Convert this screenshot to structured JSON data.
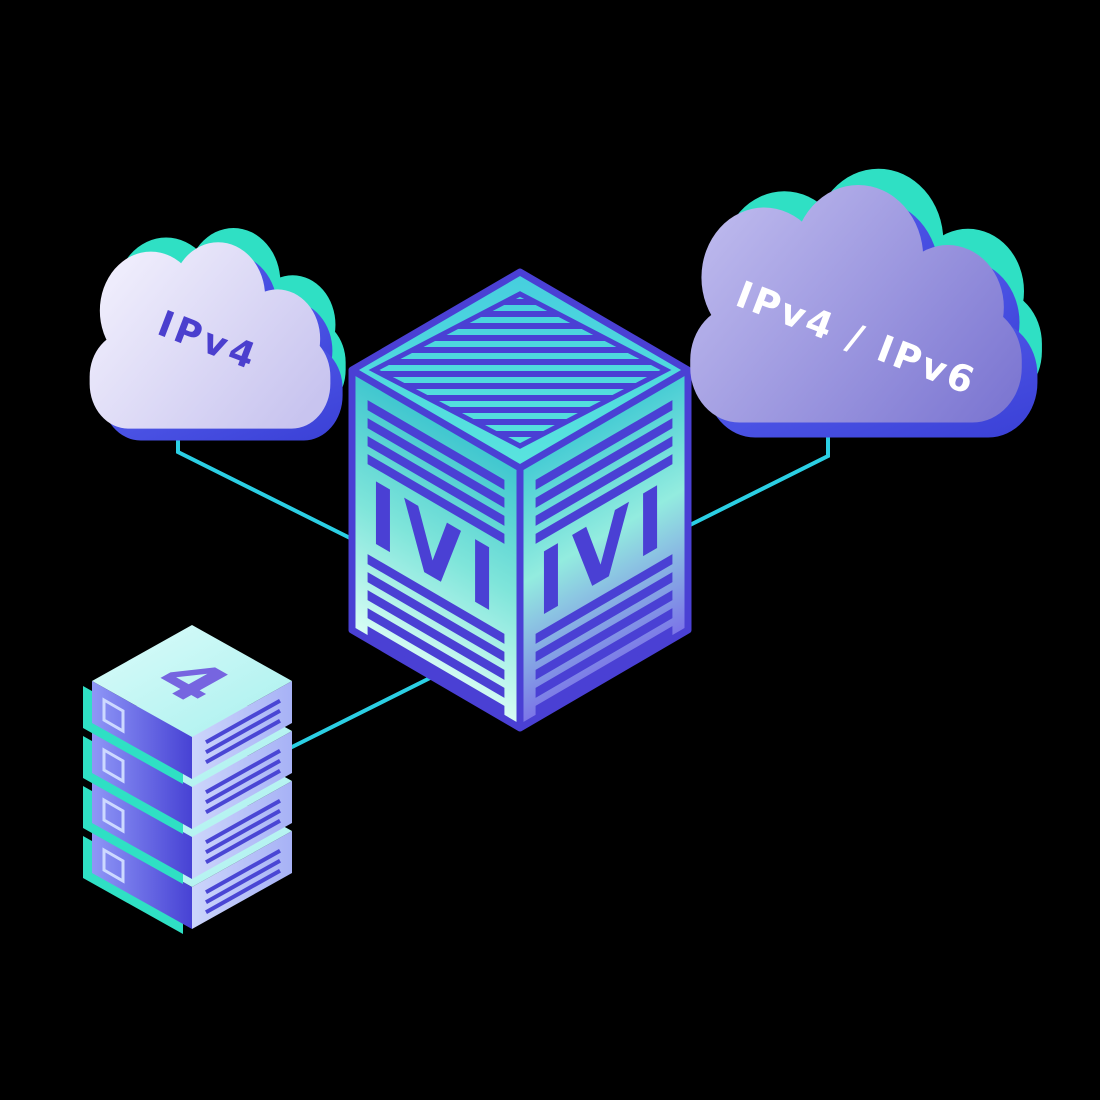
{
  "scene": {
    "description": "Isometric network diagram: IVI translator box connecting an IPv4 cloud, a dual-stack IPv4/IPv6 cloud and an IPv4 server stack"
  },
  "labels": {
    "left_cloud": "IPv4",
    "right_cloud": "IPv4 / IPv6",
    "translator_left_face": "IVI",
    "translator_right_face": "IVI",
    "server_stack_top": "4"
  },
  "colors": {
    "background": "#000000",
    "connector": "#2bcfe4",
    "indigo": "#4a40d4",
    "teal_accent": "#2fe0c4",
    "left_cloud_text": "#4b3fce",
    "right_cloud_text": "#ffffff",
    "server_glyph": "#7665e0"
  }
}
